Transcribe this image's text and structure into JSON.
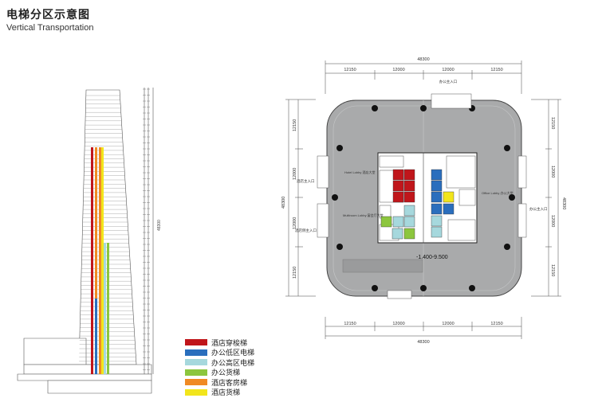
{
  "header": {
    "title": "电梯分区示意图",
    "subtitle": "Vertical Transportation"
  },
  "section": {
    "dim_label": "48300"
  },
  "plan": {
    "overall_width": "48300",
    "overall_depth": "48300",
    "bays": [
      "12150",
      "12000",
      "12000",
      "12150"
    ],
    "elevation_label": "-1.400-9.500",
    "labels": {
      "office_entrance_top": "办公主入口",
      "office_entrance_right": "办公主入口",
      "hotel_entrance": "酒店主入口",
      "hotel_side_entrance": "酒店侧主入口",
      "hotel_lobby": "Hotel Lobby\n酒店大堂",
      "office_lobby": "Office Lobby\n办公大堂",
      "multiroom_lobby": "Multiroom Lobby\n宴会厅大堂"
    }
  },
  "legend": {
    "items": [
      {
        "label": "酒店穿梭梯",
        "color": "#c0161b"
      },
      {
        "label": "办公低区电梯",
        "color": "#2a6ebd"
      },
      {
        "label": "办公高区电梯",
        "color": "#a6d8dd"
      },
      {
        "label": "办公货梯",
        "color": "#8cc63e"
      },
      {
        "label": "酒店客房梯",
        "color": "#f08a24"
      },
      {
        "label": "酒店货梯",
        "color": "#f2e51c"
      }
    ]
  }
}
